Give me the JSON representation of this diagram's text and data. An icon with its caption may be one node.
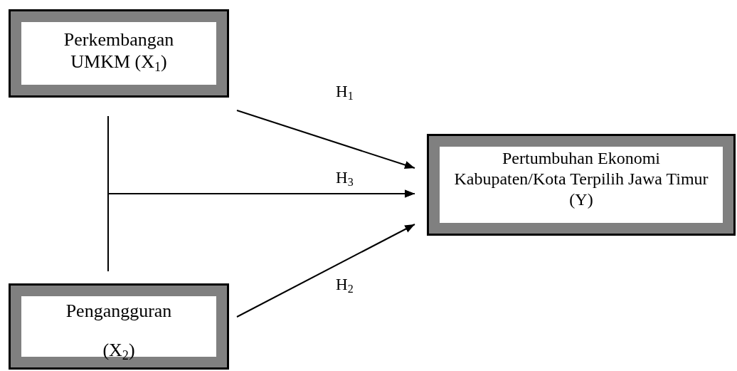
{
  "diagram": {
    "nodes": [
      {
        "text": [
          "Perkembangan UMKM (X$_{1}$)"
        ]
      },
      {
        "text": [
          "Pertumbuhan Ekonomi Kabupaten/Kota Terpilih Jawa Timur (Y)"
        ]
      },
      {
        "text": [
          "Pengangguran",
          "(X$_{2}$)"
        ]
      }
    ],
    "edges": [
      {
        "from": 0,
        "to": 1,
        "arrow": "to",
        "label": "H$_{1}$"
      },
      {
        "from": 0,
        "to": 1,
        "arrow": "to",
        "label": "H$_{3}$"
      },
      {
        "from": 2,
        "to": 1,
        "arrow": "to"
      },
      {
        "from": 2,
        "to": 1,
        "arrow": "to",
        "label": "H$_{2}$"
      }
    ]
  }
}
